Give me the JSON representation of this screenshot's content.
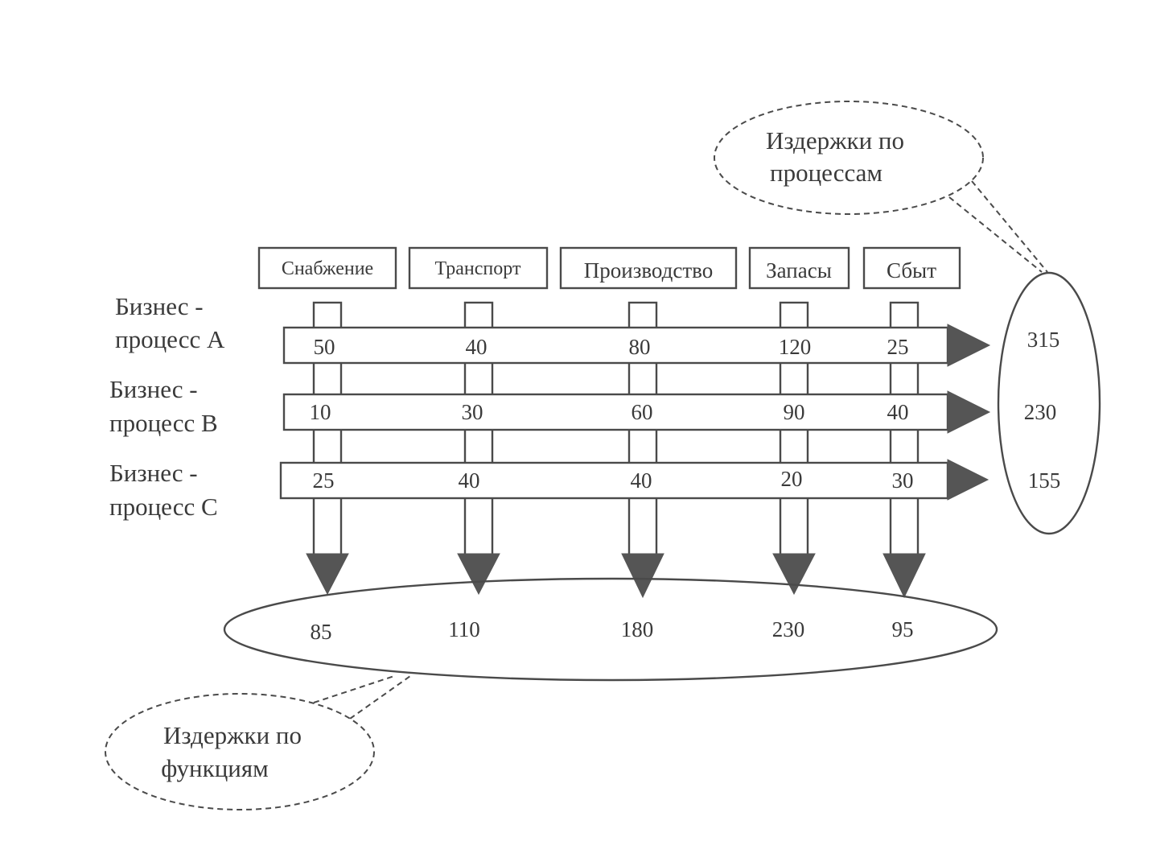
{
  "functions": [
    "Снабжение",
    "Транспорт",
    "Производство",
    "Запасы",
    "Сбыт"
  ],
  "processes": [
    {
      "label_line1": "Бизнес -",
      "label_line2": "процесс А",
      "costs": [
        "50",
        "40",
        "80",
        "120",
        "25"
      ],
      "total": "315"
    },
    {
      "label_line1": "Бизнес -",
      "label_line2": "процесс В",
      "costs": [
        "10",
        "30",
        "60",
        "90",
        "40"
      ],
      "total": "230"
    },
    {
      "label_line1": "Бизнес -",
      "label_line2": "процесс С",
      "costs": [
        "25",
        "40",
        "40",
        "20",
        "30"
      ],
      "total": "155"
    }
  ],
  "function_totals": [
    "85",
    "110",
    "180",
    "230",
    "95"
  ],
  "callout_processes": {
    "line1": "Издержки по",
    "line2": "процессам"
  },
  "callout_functions": {
    "line1": "Издержки по",
    "line2": "функциям"
  }
}
